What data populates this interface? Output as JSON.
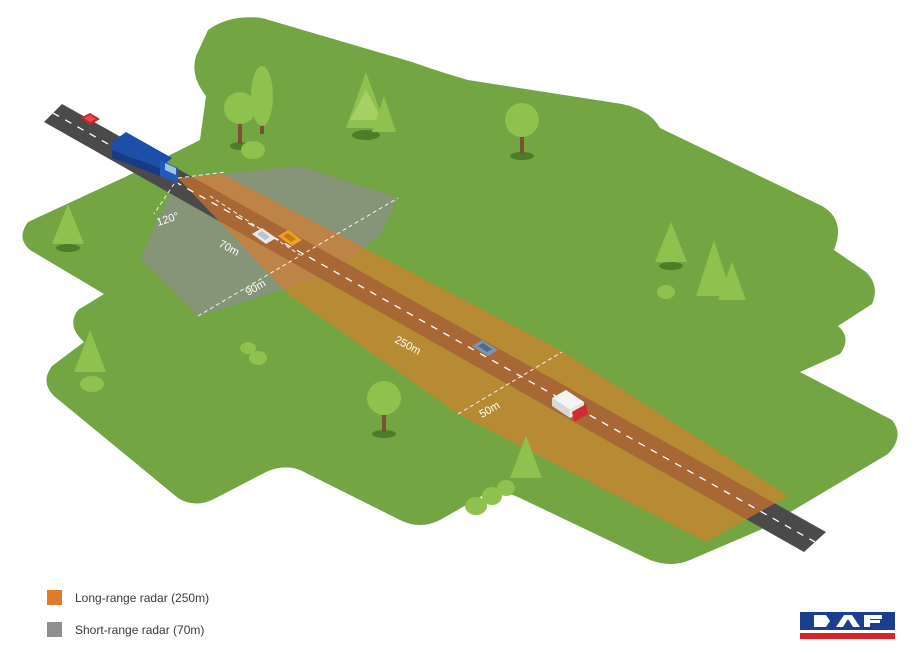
{
  "colors": {
    "grass": "#73a542",
    "grass_edge": "#5f8f34",
    "road": "#4a4a4a",
    "long_range": "#e07b2a",
    "short_range": "#8e8e8e",
    "daf_blue": "#1b3f8f",
    "daf_red": "#d6262c"
  },
  "labels": {
    "angle": "120°",
    "short_depth": "70m",
    "short_width": "90m",
    "long_depth": "250m",
    "long_width": "50m"
  },
  "legend": [
    {
      "label": "Long-range radar (250m)",
      "color": "#e07b2a"
    },
    {
      "label": "Short-range radar (70m)",
      "color": "#8e8e8e"
    }
  ],
  "logo": {
    "text": "DAF"
  }
}
